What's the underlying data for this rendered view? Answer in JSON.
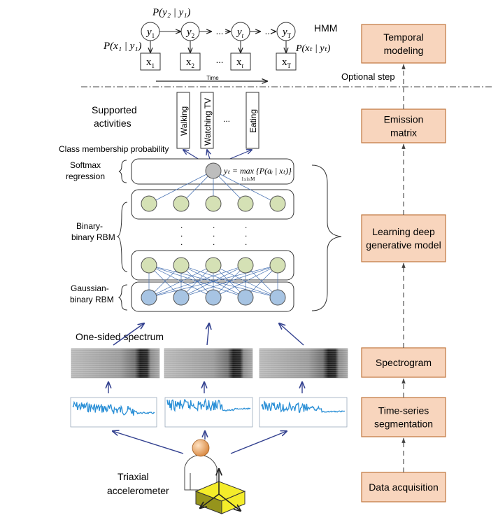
{
  "hmm": {
    "title": "HMM",
    "states": [
      "y",
      "y",
      "...",
      "y",
      "...",
      "y"
    ],
    "state_subs": [
      "1",
      "2",
      "",
      "t",
      "",
      "T"
    ],
    "obs": [
      "x",
      "x",
      "...",
      "x",
      "x"
    ],
    "obs_subs": [
      "1",
      "2",
      "",
      "t",
      "T"
    ],
    "transition_prob": "P(y₂ | y₁)",
    "emission_prob_first": "P(x₁ | y₁)",
    "emission_prob_last": "P(xₜ | yₜ)",
    "time_label": "Time"
  },
  "optional_step": "Optional step",
  "activities": {
    "title_line1": "Supported",
    "title_line2": "activities",
    "items": [
      "Walking",
      "Watching TV",
      "...",
      "Eating"
    ],
    "class_prob": "Class membership probability"
  },
  "network": {
    "softmax_line1": "Softmax",
    "softmax_line2": "regression",
    "formula": "yₜ = max {P(aᵢ | xₜ)}",
    "formula_under": "1≤i≤M",
    "bb_line1": "Binary-",
    "bb_line2": "binary RBM",
    "gb_line1": "Gaussian-",
    "gb_line2": "binary RBM",
    "dots": "."
  },
  "spectrum_label": "One-sided spectrum",
  "sensor": {
    "line1": "Triaxial",
    "line2": "accelerometer"
  },
  "pipeline": [
    [
      "Temporal",
      "modeling"
    ],
    [
      "Emission",
      "matrix"
    ],
    [
      "Learning deep",
      "generative model"
    ],
    [
      "Spectrogram"
    ],
    [
      "Time-series",
      "segmentation"
    ],
    [
      "Data acquisition"
    ]
  ],
  "colors": {
    "pipeline_fill": "#f8d5bd",
    "pipeline_stroke": "#c0763e",
    "visible_unit": "#a7c4e3",
    "hidden_unit": "#d5e1b5",
    "output_unit": "#bdbdbd",
    "signal": "#2a8fd6",
    "arrow": "#32408f",
    "cube_top": "#f4ec2a",
    "cube_side": "#96941c"
  }
}
